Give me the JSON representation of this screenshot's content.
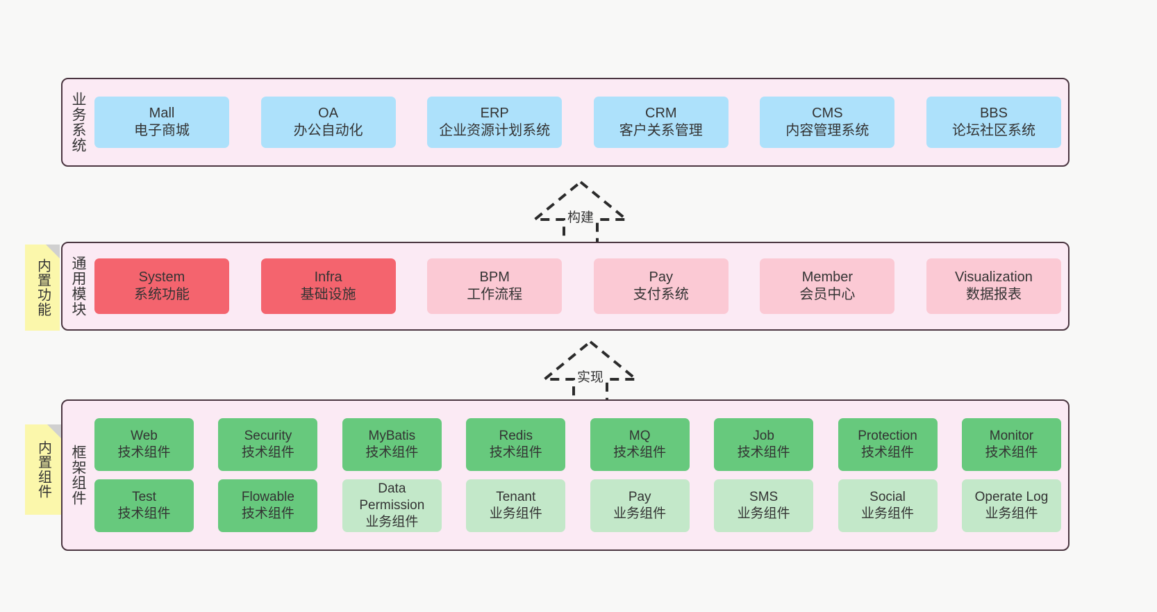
{
  "colors": {
    "panel_bg": "#fbeaf4",
    "panel_border": "#4a3540",
    "business_card": "#ade1fb",
    "module_primary": "#f4646e",
    "module_secondary": "#fbc9d4",
    "tech_component": "#67c97d",
    "business_component": "#c3e8c9",
    "note_bg": "#fbf7ab",
    "canvas_bg": "#f8f8f7"
  },
  "notes": [
    {
      "id": "builtin-function",
      "label": "内置功能"
    },
    {
      "id": "builtin-component",
      "label": "内置组件"
    }
  ],
  "arrows": [
    {
      "id": "build",
      "label": "构建",
      "style": "dashed-generalization",
      "direction": "up"
    },
    {
      "id": "impl",
      "label": "实现",
      "style": "dashed-generalization",
      "direction": "up"
    }
  ],
  "layers": [
    {
      "id": "business",
      "title": "业务系统",
      "rows": [
        [
          {
            "en": "Mall",
            "cn": "电子商城",
            "color": "blue"
          },
          {
            "en": "OA",
            "cn": "办公自动化",
            "color": "blue"
          },
          {
            "en": "ERP",
            "cn": "企业资源计划系统",
            "color": "blue"
          },
          {
            "en": "CRM",
            "cn": "客户关系管理",
            "color": "blue"
          },
          {
            "en": "CMS",
            "cn": "内容管理系统",
            "color": "blue"
          },
          {
            "en": "BBS",
            "cn": "论坛社区系统",
            "color": "blue"
          }
        ]
      ]
    },
    {
      "id": "common",
      "title": "通用模块",
      "rows": [
        [
          {
            "en": "System",
            "cn": "系统功能",
            "color": "red"
          },
          {
            "en": "Infra",
            "cn": "基础设施",
            "color": "red"
          },
          {
            "en": "BPM",
            "cn": "工作流程",
            "color": "pink"
          },
          {
            "en": "Pay",
            "cn": "支付系统",
            "color": "pink"
          },
          {
            "en": "Member",
            "cn": "会员中心",
            "color": "pink"
          },
          {
            "en": "Visualization",
            "cn": "数据报表",
            "color": "pink"
          }
        ]
      ]
    },
    {
      "id": "framework",
      "title": "框架组件",
      "rows": [
        [
          {
            "en": "Web",
            "cn": "技术组件",
            "color": "green"
          },
          {
            "en": "Security",
            "cn": "技术组件",
            "color": "green"
          },
          {
            "en": "MyBatis",
            "cn": "技术组件",
            "color": "green"
          },
          {
            "en": "Redis",
            "cn": "技术组件",
            "color": "green"
          },
          {
            "en": "MQ",
            "cn": "技术组件",
            "color": "green"
          },
          {
            "en": "Job",
            "cn": "技术组件",
            "color": "green"
          },
          {
            "en": "Protection",
            "cn": "技术组件",
            "color": "green"
          },
          {
            "en": "Monitor",
            "cn": "技术组件",
            "color": "green"
          }
        ],
        [
          {
            "en": "Test",
            "cn": "技术组件",
            "color": "green"
          },
          {
            "en": "Flowable",
            "cn": "技术组件",
            "color": "green"
          },
          {
            "en": "Data Permission",
            "cn": "业务组件",
            "color": "lightgreen"
          },
          {
            "en": "Tenant",
            "cn": "业务组件",
            "color": "lightgreen"
          },
          {
            "en": "Pay",
            "cn": "业务组件",
            "color": "lightgreen"
          },
          {
            "en": "SMS",
            "cn": "业务组件",
            "color": "lightgreen"
          },
          {
            "en": "Social",
            "cn": "业务组件",
            "color": "lightgreen"
          },
          {
            "en": "Operate Log",
            "cn": "业务组件",
            "color": "lightgreen"
          }
        ]
      ]
    }
  ]
}
